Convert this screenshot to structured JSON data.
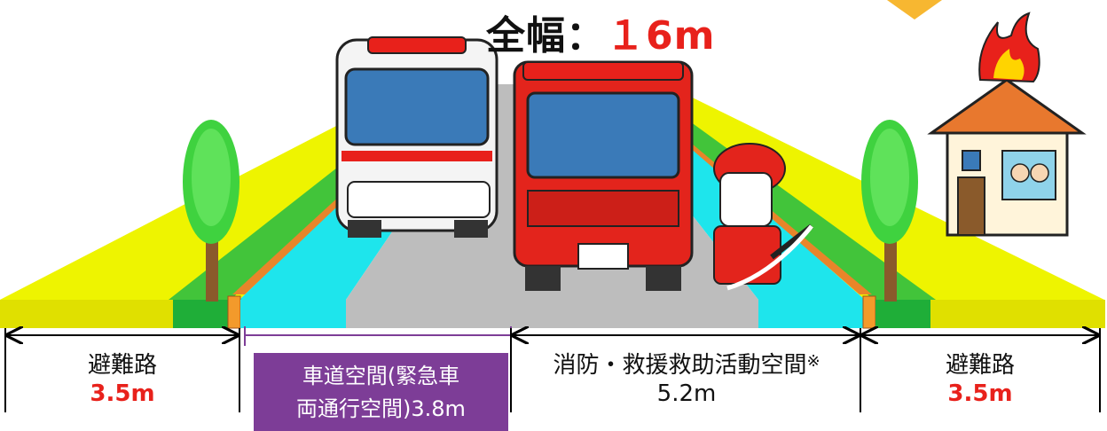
{
  "title": {
    "prefix": "全幅：",
    "value": "１6m"
  },
  "sections": [
    {
      "name": "避難路",
      "width": "3.5m"
    },
    {
      "name": "車道空間(緊急車両通行空間)",
      "line1": "車道空間(緊急車",
      "line2": "両通行空間)3.8m"
    },
    {
      "name": "消防・救援救助活動空間",
      "mark": "※",
      "width": "5.2m"
    },
    {
      "name": "避難路",
      "width": "3.5m"
    }
  ],
  "colors": {
    "walkway": "#f2f200",
    "green_strip": "#2db83d",
    "curb": "#f39a2b",
    "light_blue": "#19e2ea",
    "road": "#b9b9b9",
    "label_box": "#7d3d97",
    "accent_red": "#e8211b"
  },
  "icons": [
    "tree-icon",
    "ambulance-icon",
    "fire-truck-icon",
    "firefighter-icon",
    "burning-house-icon",
    "fire-icon"
  ]
}
